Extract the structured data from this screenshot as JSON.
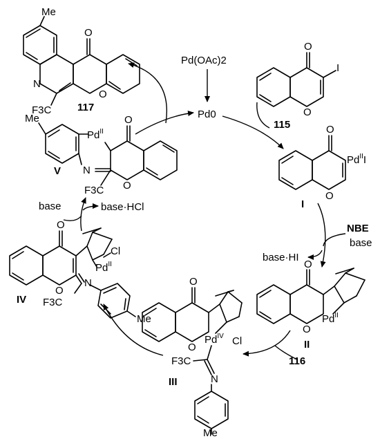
{
  "scheme": {
    "reagents": {
      "pd_oac2": "Pd(OAc)2",
      "pd0": "Pd0",
      "nbe": "NBE",
      "base_right": "base",
      "base_hi": "base·HI",
      "base_left": "base",
      "base_hcl": "base·HCl",
      "reagent_116": "116"
    },
    "compound_labels": {
      "c117": "117",
      "c115": "115",
      "c116": "116",
      "I": "I",
      "II": "II",
      "III": "III",
      "IV": "IV",
      "V": "V"
    },
    "atoms": {
      "me": "Me",
      "o": "O",
      "n": "N",
      "i": "I",
      "cl": "Cl",
      "pd": "Pd",
      "f3c": "F3C"
    },
    "oxidation_states": {
      "pd_ii": "II",
      "pd_iv": "IV",
      "pd_zero": "0"
    }
  }
}
